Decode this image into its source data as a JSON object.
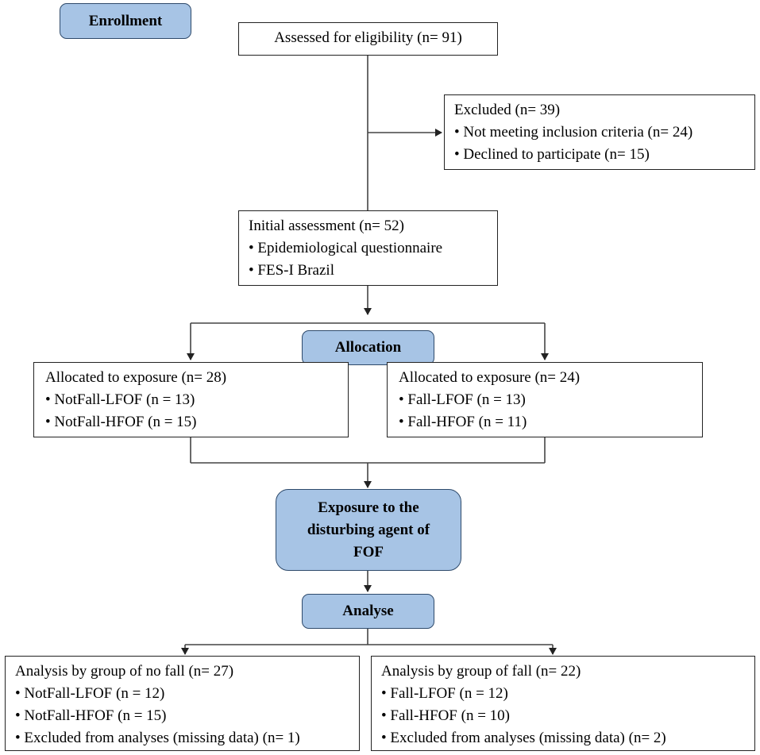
{
  "stages": {
    "enrollment": "Enrollment",
    "allocation": "Allocation",
    "exposure": [
      "Exposure to the",
      "disturbing agent of",
      "FOF"
    ],
    "analyse": "Analyse"
  },
  "assessed": "Assessed for eligibility  (n= 91)",
  "excluded": {
    "title": "Excluded  (n= 39)",
    "items": [
      "•   Not meeting  inclusion  criteria  (n= 24)",
      "•   Declined  to participate  (n= 15)"
    ]
  },
  "initial": {
    "title": "Initial  assessment  (n= 52)",
    "items": [
      "• Epidemiological  questionnaire",
      "• FES-I Brazil"
    ]
  },
  "alloc_left": {
    "title": "Allocated  to exposure  (n= 28)",
    "items": [
      "• NotFall-LFOF  (n = 13)",
      "• NotFall-HFOF  (n = 15)"
    ]
  },
  "alloc_right": {
    "title": "Allocated  to exposure  (n= 24)",
    "items": [
      "• Fall-LFOF  (n = 13)",
      "• Fall-HFOF  (n = 11)"
    ]
  },
  "analysis_left": {
    "title": "Analysis  by group of no fall  (n= 27)",
    "items": [
      "• NotFall-LFOF  (n = 12)",
      "• NotFall-HFOF  (n = 15)",
      "• Excluded  from  analyses  (missing  data)  (n= 1)"
    ]
  },
  "analysis_right": {
    "title": "Analysis  by group of fall  (n= 22)",
    "items": [
      "• Fall-LFOF  (n = 12)",
      "• Fall-HFOF  (n = 10)",
      "• Excluded  from  analyses  (missing  data)  (n= 2)"
    ]
  }
}
